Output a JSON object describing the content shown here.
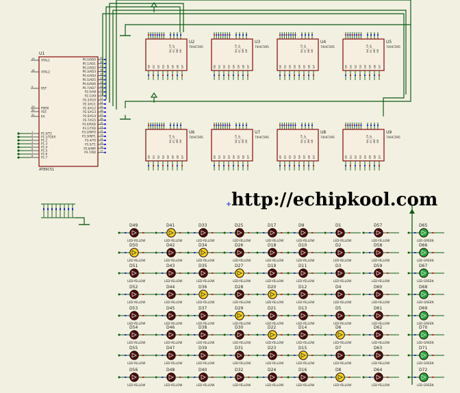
{
  "website_url": "http://echipkool.com",
  "mcu": {
    "ref": "U1",
    "part": "AT89C51",
    "left_pins": [
      {
        "num": "19",
        "name": "XTAL1"
      },
      {
        "num": "18",
        "name": "XTAL2"
      },
      {
        "num": "9",
        "name": "RST"
      },
      {
        "num": "29",
        "name": "PSEN"
      },
      {
        "num": "30",
        "name": "ALE"
      },
      {
        "num": "31",
        "name": "EA"
      },
      {
        "num": "1",
        "name": "P1.0/T2"
      },
      {
        "num": "2",
        "name": "P1.1/T2EX"
      },
      {
        "num": "3",
        "name": "P1.2"
      },
      {
        "num": "4",
        "name": "P1.3"
      },
      {
        "num": "5",
        "name": "P1.4"
      },
      {
        "num": "6",
        "name": "P1.5"
      },
      {
        "num": "7",
        "name": "P1.6"
      },
      {
        "num": "8",
        "name": "P1.7"
      }
    ],
    "right_pins": [
      {
        "num": "39",
        "name": "P0.0/AD0"
      },
      {
        "num": "38",
        "name": "P0.1/AD1"
      },
      {
        "num": "37",
        "name": "P0.2/AD2"
      },
      {
        "num": "36",
        "name": "P0.3/AD3"
      },
      {
        "num": "35",
        "name": "P0.4/AD4"
      },
      {
        "num": "34",
        "name": "P0.5/AD5"
      },
      {
        "num": "33",
        "name": "P0.6/AD6"
      },
      {
        "num": "32",
        "name": "P0.7/AD7"
      },
      {
        "num": "21",
        "name": "P2.0/A8"
      },
      {
        "num": "22",
        "name": "P2.1/A9"
      },
      {
        "num": "23",
        "name": "P2.2/A10"
      },
      {
        "num": "24",
        "name": "P2.3/A11"
      },
      {
        "num": "25",
        "name": "P2.4/A12"
      },
      {
        "num": "26",
        "name": "P2.5/A13"
      },
      {
        "num": "27",
        "name": "P2.6/A14"
      },
      {
        "num": "28",
        "name": "P2.7/A15"
      },
      {
        "num": "10",
        "name": "P3.0/RXD"
      },
      {
        "num": "11",
        "name": "P3.1/TXD"
      },
      {
        "num": "12",
        "name": "P3.2/INT0"
      },
      {
        "num": "13",
        "name": "P3.3/INT1"
      },
      {
        "num": "14",
        "name": "P3.4/T0"
      },
      {
        "num": "15",
        "name": "P3.5/T1"
      },
      {
        "num": "16",
        "name": "P3.6/WR"
      },
      {
        "num": "17",
        "name": "P3.7/RD"
      }
    ]
  },
  "shift_registers": [
    {
      "ref": "U2",
      "part": "74HC595"
    },
    {
      "ref": "U3",
      "part": "74HC595"
    },
    {
      "ref": "U4",
      "part": "74HC595"
    },
    {
      "ref": "U5",
      "part": "74HC595"
    },
    {
      "ref": "U6",
      "part": "74HC595"
    },
    {
      "ref": "U7",
      "part": "74HC595"
    },
    {
      "ref": "U8",
      "part": "74HC595"
    },
    {
      "ref": "U9",
      "part": "74HC595"
    }
  ],
  "chip_pin_names": {
    "inputs": [
      "SH_CP",
      "ST_CP",
      "MR",
      "OE"
    ],
    "outputs": [
      "Q0",
      "Q1",
      "Q2",
      "Q3",
      "Q4",
      "Q5",
      "Q6",
      "Q7"
    ]
  },
  "led_columns": [
    {
      "refs": [
        "D49",
        "D50",
        "D51",
        "D52",
        "D53",
        "D54",
        "D55",
        "D56"
      ],
      "part": "LED-YELLOW",
      "lit": [
        false,
        true,
        false,
        false,
        false,
        false,
        false,
        false
      ]
    },
    {
      "refs": [
        "D41",
        "D42",
        "D43",
        "D44",
        "D45",
        "D46",
        "D47",
        "D48"
      ],
      "part": "LED-YELLOW",
      "lit": [
        true,
        false,
        false,
        false,
        false,
        false,
        false,
        false
      ]
    },
    {
      "refs": [
        "D33",
        "D34",
        "D35",
        "D36",
        "D37",
        "D38",
        "D39",
        "D40"
      ],
      "part": "LED-YELLOW",
      "lit": [
        false,
        true,
        false,
        true,
        false,
        false,
        false,
        false
      ]
    },
    {
      "refs": [
        "D25",
        "D26",
        "D27",
        "D28",
        "D29",
        "D30",
        "D31",
        "D32"
      ],
      "part": "LED-YELLOW",
      "lit": [
        false,
        false,
        true,
        false,
        true,
        false,
        false,
        false
      ]
    },
    {
      "refs": [
        "D17",
        "D18",
        "D19",
        "D20",
        "D21",
        "D22",
        "D23",
        "D24"
      ],
      "part": "LED-YELLOW",
      "lit": [
        false,
        false,
        false,
        true,
        false,
        true,
        false,
        false
      ]
    },
    {
      "refs": [
        "D9",
        "D10",
        "D11",
        "D12",
        "D13",
        "D14",
        "D15",
        "D16"
      ],
      "part": "LED-YELLOW",
      "lit": [
        false,
        false,
        false,
        false,
        false,
        false,
        true,
        false
      ]
    },
    {
      "refs": [
        "D1",
        "D2",
        "D3",
        "D4",
        "D5",
        "D6",
        "D7",
        "D8"
      ],
      "part": "LED-YELLOW",
      "lit": [
        false,
        false,
        false,
        false,
        false,
        true,
        false,
        true
      ]
    },
    {
      "refs": [
        "D57",
        "D58",
        "D59",
        "D60",
        "D61",
        "D62",
        "D63",
        "D64"
      ],
      "part": "LED-YELLOW",
      "lit": [
        false,
        false,
        false,
        false,
        false,
        false,
        false,
        false
      ]
    },
    {
      "refs": [
        "D65",
        "D66",
        "D67",
        "D68",
        "D69",
        "D70",
        "D71",
        "D72"
      ],
      "part": "LED-GREEN",
      "lit": [
        true,
        true,
        true,
        true,
        true,
        true,
        true,
        true
      ]
    }
  ],
  "colors": {
    "background": "#f2f0e0",
    "chip_fill": "#f6eedf",
    "chip_border": "#8b1a1a",
    "wire": "#0b5a16",
    "led_off": "#4a0d0d",
    "led_yellow_on": "#f4d21a",
    "led_green_on": "#22a83a",
    "pin_blue": "#1d2bd6",
    "pin_red": "#cc1f1f"
  }
}
